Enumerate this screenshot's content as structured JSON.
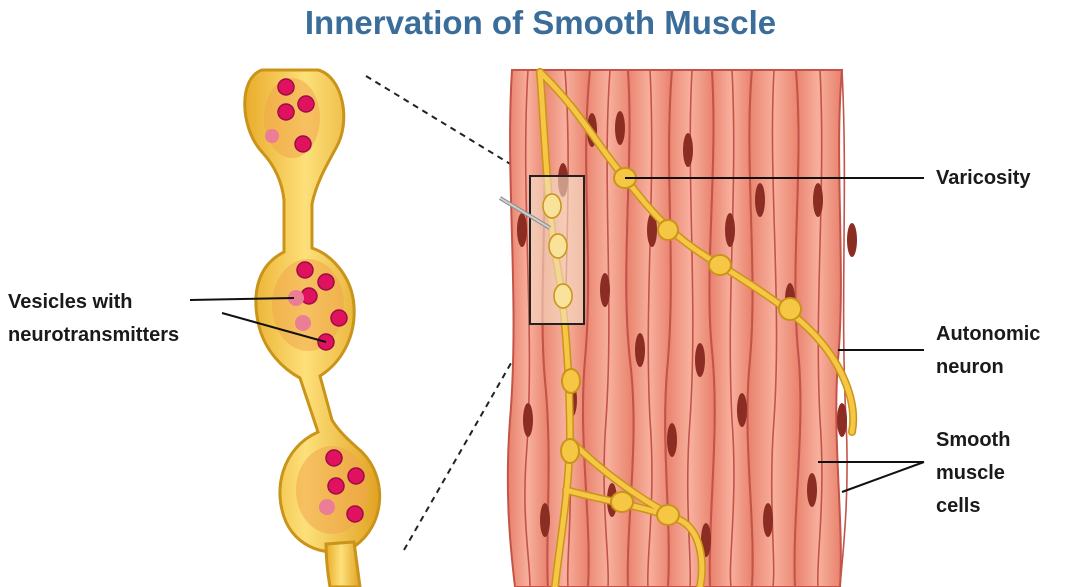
{
  "title": "Innervation of Smooth Muscle",
  "labels": {
    "vesicles": [
      "Vesicles with",
      "neurotransmitters"
    ],
    "varicosity": "Varicosity",
    "autonomic_neuron": [
      "Autonomic",
      "neuron"
    ],
    "smooth_muscle_cells": [
      "Smooth",
      "muscle",
      "cells"
    ]
  },
  "colors": {
    "title": "#3a6d9a",
    "neuron_fill": "#f6c744",
    "neuron_stroke": "#c99419",
    "vesicle": "#e0125f",
    "muscle_fill": "#f39a86",
    "muscle_stroke": "#c4544a",
    "nucleus": "#8c2d24"
  }
}
